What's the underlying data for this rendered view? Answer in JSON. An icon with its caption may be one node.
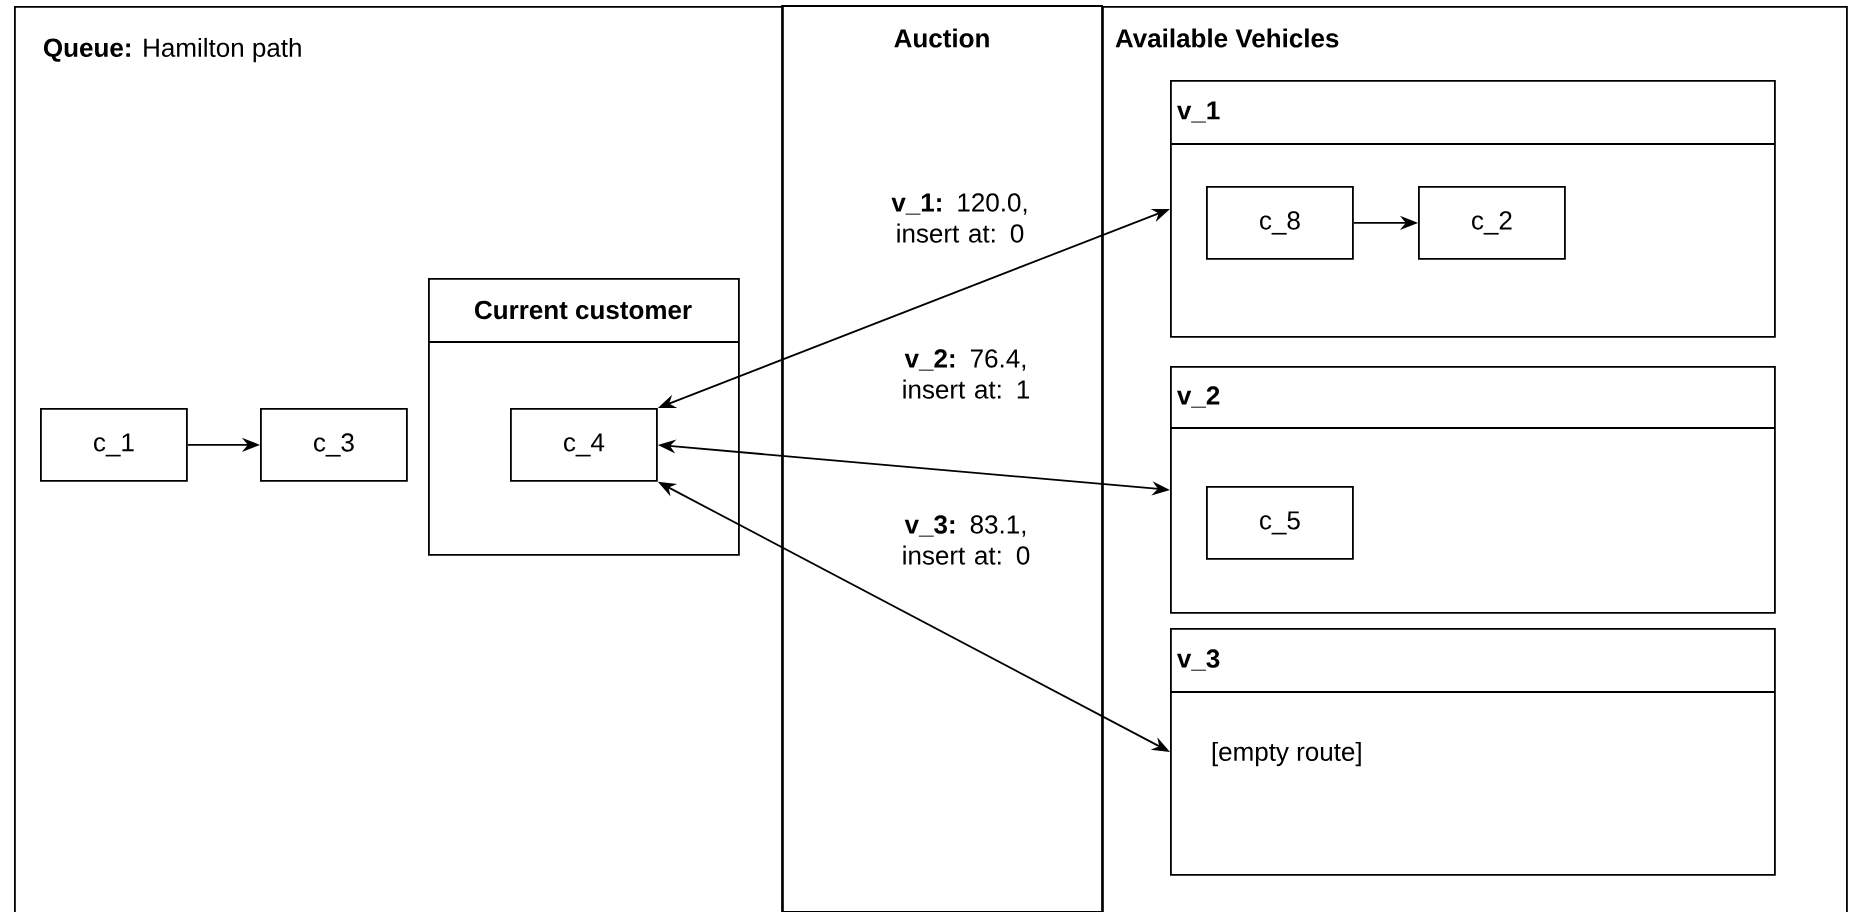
{
  "diagram": {
    "nodes": [
      {
        "text": [
          "**Queue:** Hamilton path"
        ]
      },
      {
        "text": [
          "c_1"
        ],
        "in": 0
      },
      {
        "text": [
          "c_3"
        ],
        "in": 0
      },
      {
        "text": [
          "Current customer"
        ],
        "in": 0
      },
      {
        "text": [
          "c_4"
        ],
        "in": 3
      },
      {
        "text": [
          "Available Vehicles"
        ]
      },
      {
        "text": [
          "v_1"
        ],
        "in": 5
      },
      {
        "text": [
          "c_8"
        ],
        "in": 6
      },
      {
        "text": [
          "c_2"
        ],
        "in": 6
      },
      {
        "text": [
          "v_2"
        ],
        "in": 5
      },
      {
        "text": [
          "c_5"
        ],
        "in": 9
      },
      {
        "text": [
          "v_3",
          "[empty route]"
        ],
        "in": 5
      }
    ],
    "edges": [
      {
        "from": 1,
        "to": 2,
        "arrow": "to"
      },
      {
        "from": 7,
        "to": 8,
        "arrow": "to"
      },
      {
        "from": 4,
        "to": 6,
        "arrow": "both",
        "label": "**v_1:** 120.0, insert at: 0"
      },
      {
        "from": 4,
        "to": 9,
        "arrow": "both",
        "label": "**v_2:** 76.4, insert at: 1"
      },
      {
        "from": 4,
        "to": 11,
        "arrow": "both",
        "label": "**v_3:** 83.1, insert at: 0"
      }
    ],
    "labels": [
      "Auction"
    ]
  }
}
